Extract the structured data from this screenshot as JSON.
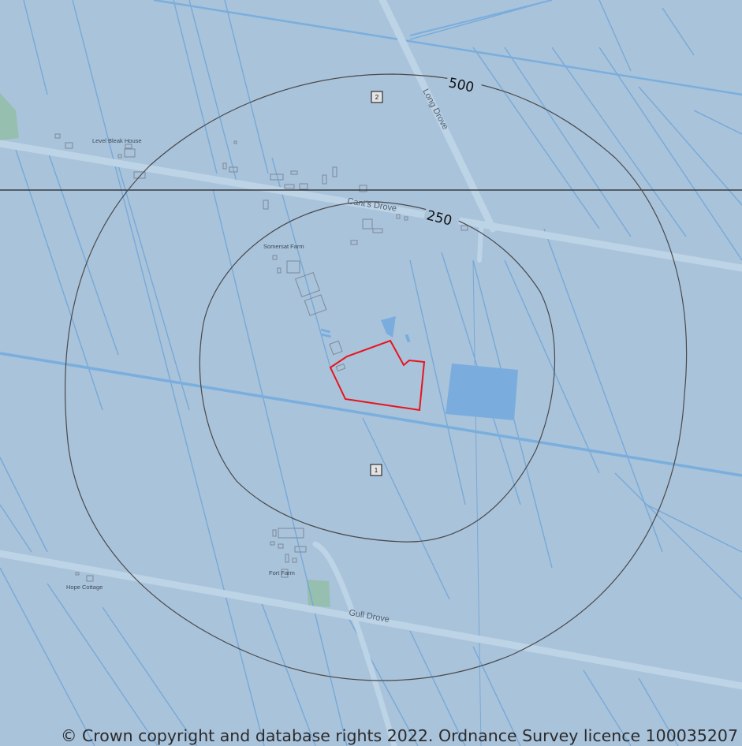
{
  "map": {
    "place_labels": {
      "level_bleak_house": "Level Bleak House",
      "somersat_farm": "Somersat Farm",
      "fort_farm": "Fort Farm",
      "hope_cottage": "Hope Cottage"
    },
    "road_labels": {
      "long_drove": "Long Drove",
      "cants_drove": "Cant's Drove",
      "gull_drove": "Gull Drove"
    },
    "buffer_rings": {
      "inner": "250",
      "outer": "500"
    },
    "markers": [
      "1",
      "2"
    ],
    "copyright": "© Crown copyright and database rights 2022. Ordnance Survey licence 100035207",
    "colors": {
      "background": "#a9c3db",
      "drains": "#6fa5d8",
      "roads": "#bdd3e6",
      "water": "#7aadde",
      "green": "#93bfaa",
      "site_boundary": "#e8141c",
      "buffer_line": "#4a4a4a"
    }
  }
}
